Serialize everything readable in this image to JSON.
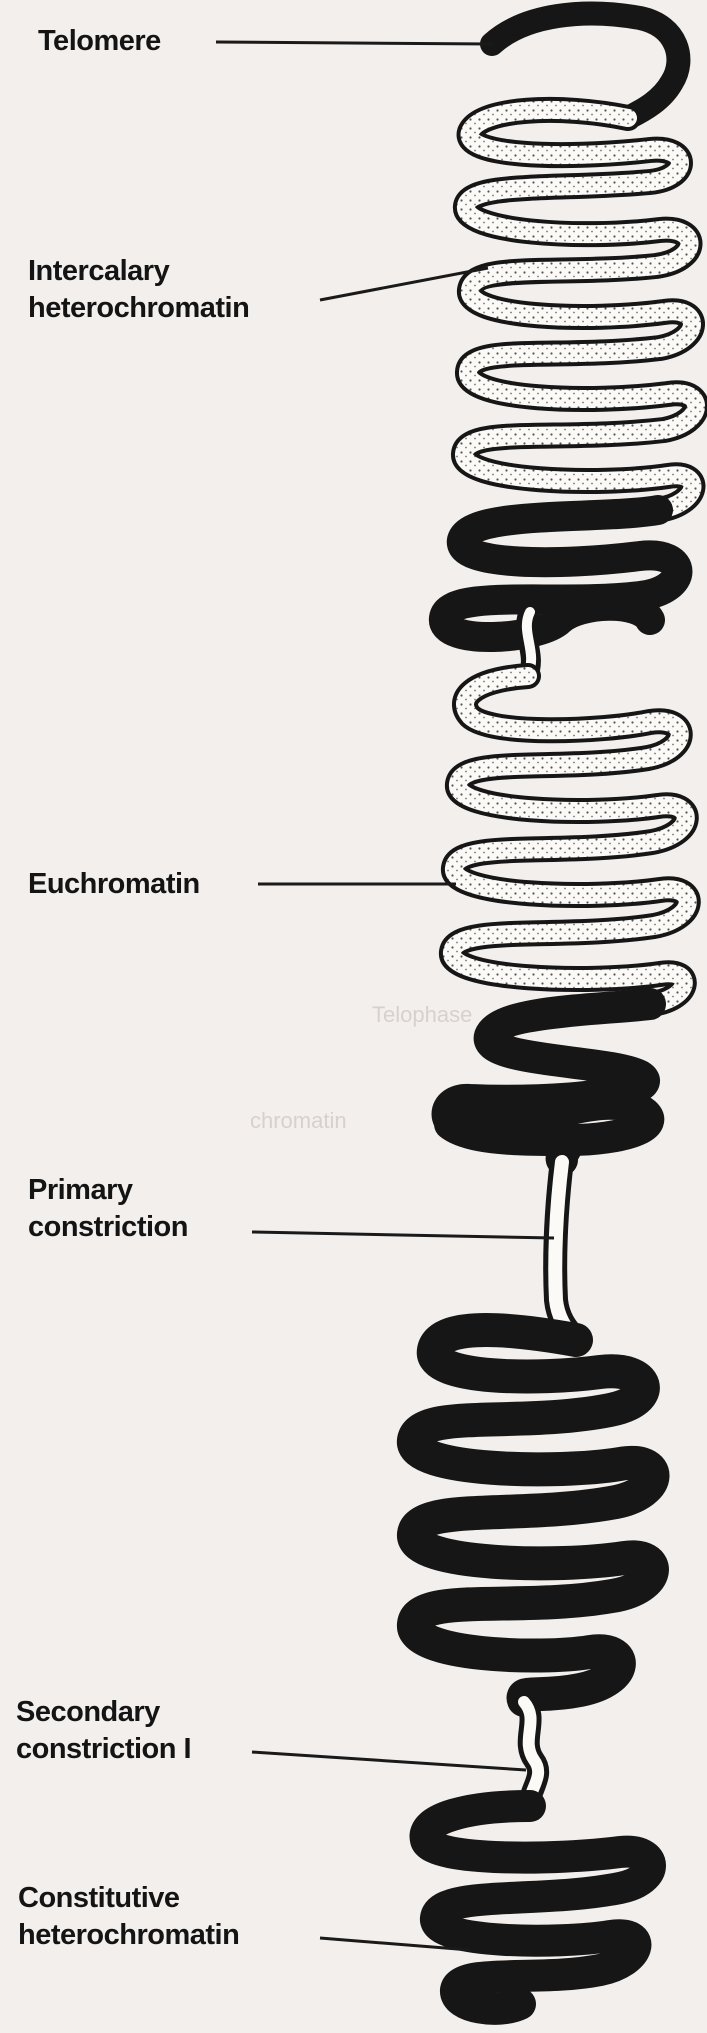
{
  "diagram": {
    "labels": {
      "telomere": "Telomere",
      "intercalary_line1": "Intercalary",
      "intercalary_line2": "heterochromatin",
      "euchromatin": "Euchromatin",
      "primary_line1": "Primary",
      "primary_line2": "constriction",
      "secondary_line1": "Secondary",
      "secondary_line2": "constriction I",
      "constitutive_line1": "Constitutive",
      "constitutive_line2": "heterochromatin"
    },
    "bleed_through": {
      "text1": "Telophase",
      "text2": "chromatin"
    },
    "colors": {
      "background": "#f3efec",
      "dark_chromatin": "#161616",
      "light_chromatin": "#fbfaf6",
      "leader_line": "#1a1a1a"
    }
  }
}
